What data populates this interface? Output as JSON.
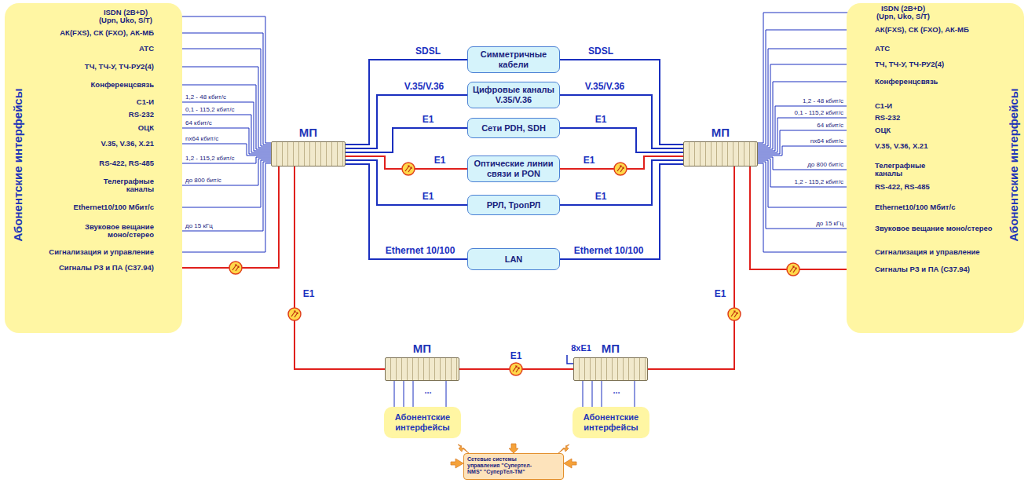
{
  "diagram": {
    "nodes": [
      {
        "text": [
          "Абонентские интерфейсы",
          "ISDN (2B+D) (Upn, Uko, S/T)",
          "АК(FXS), СК (FXO), АК-МБ",
          "АТС",
          "ТЧ, ТЧ-У, ТЧ-РУ2(4)",
          "Конференцсвязь",
          "С1-И",
          "RS-232",
          "ОЦК",
          "V.35, V.36, X.21",
          "RS-422, RS-485",
          "Телеграфные каналы",
          "Ethernet10/100 Мбит/с",
          "Звуковое вещание моно/стерео",
          "Сигнализация и управление",
          "Сигналы РЗ и ПА (С37.94)"
        ]
      },
      {
        "text": [
          "МП"
        ]
      },
      {
        "text": [
          "Симметричные кабели"
        ]
      },
      {
        "text": [
          "Цифровые каналы V.35/V.36"
        ]
      },
      {
        "text": [
          "Сети PDH, SDH"
        ]
      },
      {
        "text": [
          "Оптические линии связи и PON"
        ]
      },
      {
        "text": [
          "РРЛ, ТропРЛ"
        ]
      },
      {
        "text": [
          "LAN"
        ]
      },
      {
        "text": [
          "МП"
        ]
      },
      {
        "text": [
          "Абонентские интерфейсы",
          "ISDN (2B+D) (Upn, Uko, S/T)",
          "АК(FXS), СК (FXO), АК-МБ",
          "АТС",
          "ТЧ, ТЧ-У, ТЧ-РУ2(4)",
          "Конференцсвязь",
          "С1-И",
          "RS-232",
          "ОЦК",
          "V.35, V.36, X.21",
          "Телеграфные каналы",
          "RS-422, RS-485",
          "Ethernet10/100 Мбит/с",
          "Звуковое вещание моно/стерео",
          "Сигнализация и управление",
          "Сигналы РЗ и ПА (С37.94)"
        ]
      },
      {
        "text": [
          "МП"
        ]
      },
      {
        "text": [
          "Абонентские интерфейсы"
        ]
      },
      {
        "text": [
          "МП"
        ]
      },
      {
        "text": [
          "Абонентские интерфейсы"
        ]
      },
      {
        "text": [
          "Сетевые системы управления \"Супертел-NMS\" \"СуперТел-ТМ\""
        ]
      }
    ],
    "edges": [
      {
        "from": 0,
        "to": 1,
        "arrow": "none"
      },
      {
        "from": 1,
        "to": 2,
        "label": "SDSL",
        "arrow": "none"
      },
      {
        "from": 2,
        "to": 8,
        "label": "SDSL",
        "arrow": "none"
      },
      {
        "from": 1,
        "to": 3,
        "label": "V.35/V.36",
        "arrow": "none"
      },
      {
        "from": 3,
        "to": 8,
        "label": "V.35/V.36",
        "arrow": "none"
      },
      {
        "from": 1,
        "to": 4,
        "label": "E1",
        "arrow": "none"
      },
      {
        "from": 4,
        "to": 8,
        "label": "E1",
        "arrow": "none"
      },
      {
        "from": 1,
        "to": 5,
        "label": "E1",
        "arrow": "none"
      },
      {
        "from": 5,
        "to": 8,
        "label": "E1",
        "arrow": "none"
      },
      {
        "from": 1,
        "to": 6,
        "label": "E1",
        "arrow": "none"
      },
      {
        "from": 6,
        "to": 8,
        "label": "E1",
        "arrow": "none"
      },
      {
        "from": 1,
        "to": 7,
        "label": "Ethernet 10/100",
        "arrow": "none"
      },
      {
        "from": 7,
        "to": 8,
        "label": "Ethernet 10/100",
        "arrow": "none"
      },
      {
        "from": 1,
        "to": 10,
        "label": "E1",
        "arrow": "none"
      },
      {
        "from": 10,
        "to": 12,
        "label": "E1",
        "arrow": "none"
      },
      {
        "from": 8,
        "to": 12,
        "label": "E1",
        "arrow": "none"
      },
      {
        "from": 10,
        "to": 11,
        "arrow": "none"
      },
      {
        "from": 12,
        "to": 13,
        "arrow": "none"
      },
      {
        "from": 8,
        "to": 9,
        "arrow": "none"
      }
    ],
    "labels": [
      "1,2 - 48 кбит/с",
      "0,1 - 115,2 кбит/с",
      "64 кбит/с",
      "nx64 кбит/с",
      "1,2 - 115,2 кбит/с",
      "до 800 бит/с",
      "до 15 кГц",
      "1,2 - 48 кбит/с",
      "0,1 - 115,2 кбит/с",
      "64 кбит/с",
      "nx64 кбит/с",
      "до 800 бит/с",
      "1,2 - 115,2 кбит/с",
      "до 15 кГц",
      "8xE1",
      "...",
      "..."
    ]
  }
}
